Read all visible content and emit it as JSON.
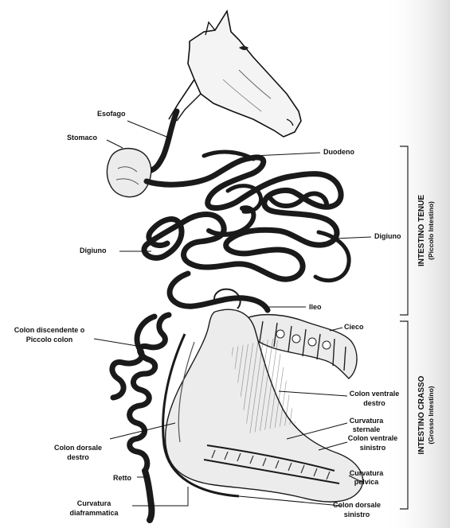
{
  "labels": {
    "esofago": "Esofago",
    "stomaco": "Stomaco",
    "duodeno": "Duodeno",
    "digiuno_left": "Digiuno",
    "digiuno_right": "Digiuno",
    "ileo": "Ileo",
    "colon_discendente_1": "Colon discendente o",
    "colon_discendente_2": "Piccolo colon",
    "cieco": "Cieco",
    "colon_ventrale_destro_1": "Colon ventrale",
    "colon_ventrale_destro_2": "destro",
    "curvatura_sternale_1": "Curvatura",
    "curvatura_sternale_2": "sternale",
    "colon_ventrale_sinistro_1": "Colon ventrale",
    "colon_ventrale_sinistro_2": "sinistro",
    "colon_dorsale_destro_1": "Colon dorsale",
    "colon_dorsale_destro_2": "destro",
    "retto": "Retto",
    "curvatura_pelvica_1": "Curvatura",
    "curvatura_pelvica_2": "pelvica",
    "curvatura_diaframmatica_1": "Curvatura",
    "curvatura_diaframmatica_2": "diaframmatica",
    "colon_dorsale_sinistro_1": "Colon dorsale",
    "colon_dorsale_sinistro_2": "sinistro"
  },
  "sections": {
    "tenue_main": "INTESTINO TENUE",
    "tenue_sub": "(Piccolo Intestino)",
    "crasso_main": "INTESTINO CRASSO",
    "crasso_sub": "(Grosso Intestino)"
  },
  "icons": [
    "horse-head-icon"
  ]
}
